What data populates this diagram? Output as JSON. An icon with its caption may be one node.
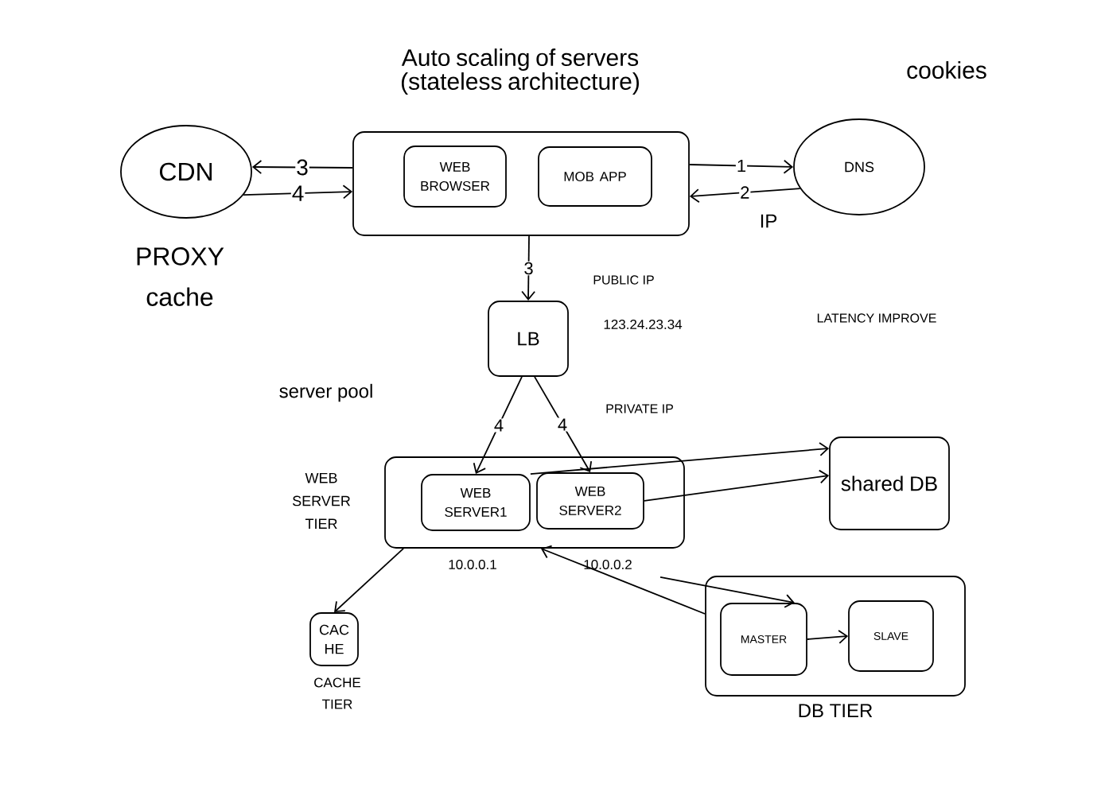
{
  "diagram": {
    "title": "Auto scaling of servers (stateless architecture)",
    "nodes": [
      {
        "text": [],
        "shape": "box"
      },
      {
        "text": [
          "WEB BROWSER"
        ],
        "in": 0
      },
      {
        "text": [
          "MOB APP"
        ],
        "in": 0
      },
      {
        "text": [
          "CDN"
        ],
        "beside": [
          "PROXY cache"
        ]
      },
      {
        "text": [
          "DNS"
        ]
      },
      {
        "text": [
          "LB"
        ]
      },
      {
        "text": [],
        "shape": "box",
        "beside": [
          "WEB SERVER TIER"
        ]
      },
      {
        "text": [
          "WEB SERVER1"
        ],
        "in": 6
      },
      {
        "text": [
          "WEB SERVER2"
        ],
        "in": 6
      },
      {
        "text": [
          "shared DB"
        ]
      },
      {
        "text": [
          "CAC HE"
        ],
        "beside": [
          "CACHE TIER"
        ]
      },
      {
        "text": [
          "DB TIER"
        ]
      },
      {
        "text": [
          "MASTER"
        ],
        "in": 11
      },
      {
        "text": [
          "SLAVE"
        ],
        "in": 11
      }
    ],
    "edges": [
      {
        "from": 0,
        "to": 3,
        "arrow": "to",
        "label": "3"
      },
      {
        "from": 3,
        "to": 0,
        "arrow": "to",
        "label": "4"
      },
      {
        "from": 0,
        "to": 4,
        "arrow": "to",
        "label": "1"
      },
      {
        "from": 4,
        "to": 0,
        "arrow": "to",
        "label": "2"
      },
      {
        "from": 0,
        "to": 5,
        "arrow": "to",
        "label": "3"
      },
      {
        "from": 5,
        "to": 7,
        "arrow": "to",
        "label": "4"
      },
      {
        "from": 5,
        "to": 8,
        "arrow": "to",
        "label": "4"
      },
      {
        "from": 7,
        "to": 9,
        "arrow": "to"
      },
      {
        "from": 8,
        "to": 9,
        "arrow": "to"
      },
      {
        "from": 6,
        "to": 10,
        "arrow": "to"
      },
      {
        "from": 11,
        "to": 6,
        "arrow": "to"
      },
      {
        "from": null,
        "to": 12,
        "arrow": "to"
      },
      {
        "from": 12,
        "to": 13,
        "arrow": "to"
      }
    ],
    "labels": [
      "cookies",
      "IP",
      "PUBLIC IP",
      "123.24.23.34",
      "LATENCY IMPROVE",
      "server pool",
      "PRIVATE IP",
      "10.0.0.1",
      "10.0.0.2"
    ]
  }
}
